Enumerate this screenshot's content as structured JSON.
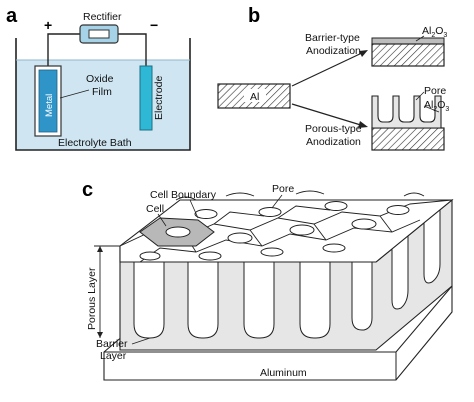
{
  "panels": {
    "a": {
      "letter": "a",
      "rectifier": "Rectifier",
      "plus": "+",
      "minus": "−",
      "metal": "Metal",
      "oxide_film_line1": "Oxide",
      "oxide_film_line2": "Film",
      "electrode": "Electrode",
      "bath": "Electrolyte Bath"
    },
    "b": {
      "letter": "b",
      "al": "Al",
      "barrier_line1": "Barrier-type",
      "barrier_line2": "Anodization",
      "porous_line1": "Porous-type",
      "porous_line2": "Anodization",
      "oxide_top": "Al",
      "oxide_top_sub1": "2",
      "oxide_top_o": "O",
      "oxide_top_sub2": "3",
      "pore": "Pore",
      "oxide_bottom": "Al",
      "oxide_bottom_sub1": "2",
      "oxide_bottom_o": "O",
      "oxide_bottom_sub2": "3"
    },
    "c": {
      "letter": "c",
      "cell_boundary": "Cell Boundary",
      "cell": "Cell",
      "pore": "Pore",
      "porous_layer": "Porous Layer",
      "barrier_line1": "Barrier",
      "barrier_line2": "Layer",
      "aluminum": "Aluminum"
    }
  },
  "colors": {
    "bath_fill": "#cfe6f2",
    "metal_fill": "#2f95c9",
    "electrode_fill": "#2fb7d6",
    "rectifier_fill": "#a7d3e8",
    "cell_highlight": "#b8b8b8",
    "porous_wall": "#e6e6e6"
  }
}
